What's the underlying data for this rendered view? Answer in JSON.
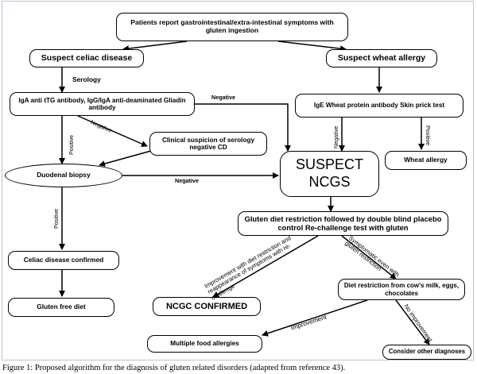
{
  "diagram": {
    "nodes": {
      "symptoms": "Patients report gastrointestinal/extra-intestinal symptoms with gluten ingestion",
      "suspect_celiac": "Suspect celiac disease",
      "suspect_wheat": "Suspect wheat allergy",
      "iga_test": "IgA anti tTG antibody, IgG/IgA anti-deaminated Gliadin antibody",
      "ige_test": "IgE Wheat protein antibody Skin prick test",
      "clinical_suspicion": "Clinical suspicion of serology negative CD",
      "duodenal_biopsy": "Duodenal biopsy",
      "suspect_ncgs": "SUSPECT NCGS",
      "wheat_allergy": "Wheat allergy",
      "gluten_restriction": "Gluten diet restriction followed by double blind placebo control Re-challenge test with gluten",
      "celiac_confirmed": "Celiac disease  confirmed",
      "gluten_free": "Gluten free diet",
      "ncgc_confirmed": "NCGC CONFIRMED",
      "diet_restriction": "Diet restriction from cow's milk, eggs, chocolates",
      "multiple_allergies": "Multiple food allergies",
      "other_diagnoses": "Consider other diagnoses"
    },
    "edge_labels": {
      "serology": "Serology",
      "negative_top": "Negative",
      "positive_left": "Positive",
      "negative_diag": "Negative",
      "negative_ige": "Negative",
      "positive_ige": "Positive",
      "negative_biopsy": "Negative",
      "positive_biopsy": "Positive",
      "improvement_reappearance": "Improvement with diet restriction and reappearance of symptoms with re-challenge",
      "symptomatic_even": "Symptomatic even with gluten restriction",
      "improvement": "Improvement",
      "no_improvement": "No improvement"
    }
  },
  "caption": "Figure 1:     Proposed algorithm for the diagnosis of gluten related disorders (adapted from reference 43)."
}
